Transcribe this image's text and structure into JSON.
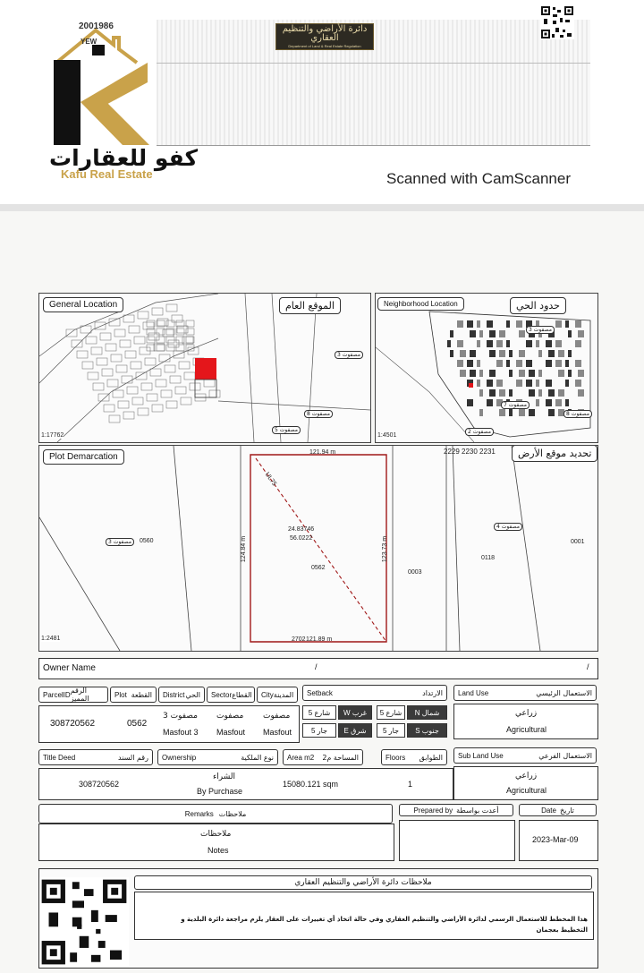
{
  "header": {
    "scanned": "Scanned with CamScanner",
    "dept_ar": "دائرة الأراضي والتنظيم العقاري",
    "dept_en": "Department of Land & Real Estate Regulation",
    "kafu_ar": "كفو للعقارات",
    "kafu_en": "Kafu Real Estate",
    "kafu_num": "2001986",
    "kafu_small": "YEW"
  },
  "general_location": {
    "label_en": "General Location",
    "label_ar": "الموقع العام",
    "scale": "1:17762",
    "road_a": "مصفوت 3",
    "road_b": "مصفوت 8",
    "road_c": "مصفوت 5"
  },
  "neighborhood": {
    "label_en": "Neighborhood Location",
    "label_ar": "حدود الحي",
    "scale": "1:4501",
    "road_a": "مصفوت 3",
    "road_b": "مصفوت 8",
    "road_c": "مصفوت 7",
    "road_d": "مصفوت 2"
  },
  "plot": {
    "label_en": "Plot Demarcation",
    "label_ar": "تحديد موقع الأرض",
    "scale": "1:2481",
    "top_nums": "2229 2230 2231",
    "top_dim": "121.94 m",
    "bottom_num": "2702",
    "bottom_dim": "121.89 m",
    "left_dim": "124.84 m",
    "right_dim": "123.73 m",
    "coord_1": "24.83746",
    "coord_2": "56.0222",
    "parcel_main": "0562",
    "parcel_left": "0560",
    "parcel_right": "0003",
    "parcel_far1": "0118",
    "parcel_far2": "0001",
    "road_left": "مصفوت 3",
    "road_right": "مصفوت 4",
    "diag": "UL75"
  },
  "table": {
    "owner_label": "Owner Name",
    "owner_sep": "/",
    "owner_end": "/",
    "parcel_id_h": "ParcelID",
    "parcel_id_ar": "الرقم المميز",
    "plot_h": "Plot",
    "plot_ar": "القطعة",
    "district_h": "District",
    "district_ar": "الحي",
    "sector_h": "Sector",
    "sector_ar": "القطاع",
    "city_h": "City",
    "city_ar": "المدينة",
    "parcel_id": "308720562",
    "plot": "0562",
    "district_ar_v": "مصفوت 3",
    "district_en_v": "Masfout 3",
    "sector_ar_v": "مصفوت",
    "sector_en_v": "Masfout",
    "city_ar_v": "مصفوت",
    "city_en_v": "Masfout",
    "setback_h": "Setback",
    "setback_ar": "الارتداد",
    "north_l": "N شمال",
    "north_v": "شارع 5",
    "west_l": "W غرب",
    "west_v": "شارع 5",
    "south_l": "S جنوب",
    "south_v": "جار 5",
    "east_l": "E شرق",
    "east_v": "جار 5",
    "landuse_h": "Land Use",
    "landuse_ar": "الاستعمال الرئيسي",
    "landuse_ar_v": "زراعي",
    "landuse_en_v": "Agricultural",
    "titledeed_h": "Title Deed",
    "titledeed_ar": "رقم السند",
    "titledeed_v": "308720562",
    "ownership_h": "Ownership",
    "ownership_ar": "نوع الملكية",
    "ownership_ar_v": "الشراء",
    "ownership_en_v": "By Purchase",
    "area_h": "Area m2",
    "area_ar": "المساحة م2",
    "area_v": "15080.121 sqm",
    "floors_h": "Floors",
    "floors_ar": "الطوابق",
    "floors_v": "1",
    "subland_h": "Sub Land Use",
    "subland_ar": "الاستعمال الفرعي",
    "subland_ar_v": "زراعي",
    "subland_en_v": "Agricultural",
    "remarks_h": "Remarks",
    "remarks_ar": "ملاحظات",
    "remarks_ar_v": "ملاحظات",
    "remarks_en_v": "Notes",
    "prepared_h": "Prepared by",
    "prepared_ar": "أعدت بواسطة",
    "date_h": "Date",
    "date_ar": "تاريخ",
    "date_v": "2023-Mar-09"
  },
  "footer": {
    "title_ar": "ملاحظات دائرة الأراضي والتنظيم العقاري",
    "line1": "هذا المخطط للاستعمال الرسمي لدائرة الأراضي والتنظيم العقاري وفي حالة اتخاذ أي تغييرات على العقار يلزم مراجعة دائرة البلدية و",
    "line2": "التخطيط بعجمان"
  }
}
